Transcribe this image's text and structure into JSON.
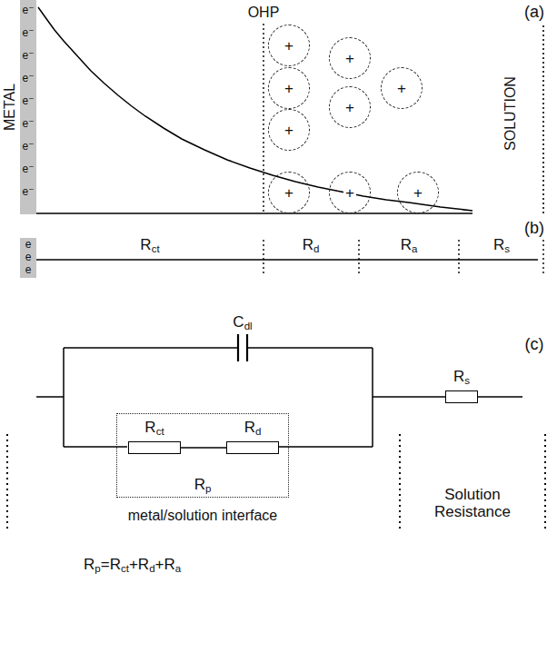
{
  "diagram": {
    "nodes": [
      {
        "text": [
          "+"
        ]
      },
      {
        "text": [
          "+"
        ]
      },
      {
        "text": [
          "+"
        ]
      },
      {
        "text": [
          "+"
        ]
      },
      {
        "text": [
          "+"
        ]
      },
      {
        "text": [
          "+"
        ]
      },
      {
        "text": [
          "+"
        ]
      },
      {
        "text": [
          "+"
        ]
      },
      {
        "text": [
          "+"
        ]
      },
      {
        "text": [
          "Rp"
        ]
      },
      {
        "text": [
          "Rct"
        ],
        "in": 9
      },
      {
        "text": [
          "Rd"
        ],
        "in": 9
      },
      {
        "text": [
          "Rs"
        ]
      }
    ],
    "edges": [
      {
        "from": 10,
        "to": 11,
        "arrow": "none"
      }
    ],
    "labels": [
      "(a)",
      "OHP",
      "METAL",
      "e⁻",
      "e⁻",
      "e⁻",
      "e⁻",
      "e⁻",
      "e⁻",
      "e⁻",
      "e⁻",
      "e⁻",
      "SOLUTION",
      "(b)",
      "e",
      "e",
      "e",
      "Rct",
      "Rd",
      "Ra",
      "Rs",
      "(c)",
      "Cdl",
      "metal/solution interface",
      "Solution Resistance",
      "Rp=Rct+Rd+Ra"
    ]
  }
}
